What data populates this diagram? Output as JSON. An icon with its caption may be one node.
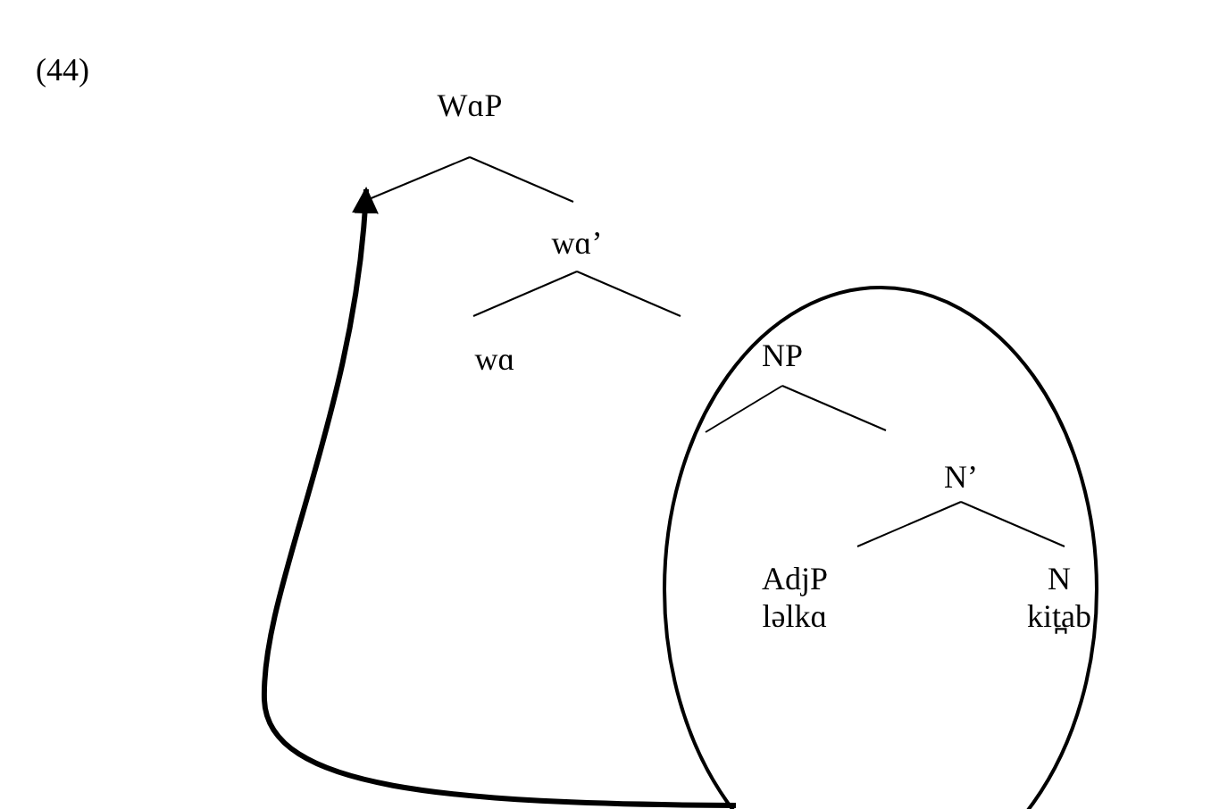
{
  "diagram": {
    "nodes": [
      {
        "text": [
          "WɑP"
        ]
      },
      {
        "text": [
          "wɑ’"
        ]
      },
      {
        "text": [
          "wɑ"
        ]
      },
      {
        "text": [],
        "shape": "circle"
      },
      {
        "text": [
          "NP"
        ],
        "in": 3
      },
      {
        "text": [
          "N’"
        ],
        "in": 3
      },
      {
        "text": [
          "AdjP",
          "ləlkɑ"
        ],
        "in": 3
      },
      {
        "text": [
          "N",
          "kit̪ab"
        ],
        "in": 3
      }
    ],
    "edges": [
      {
        "from": 0,
        "to": null,
        "arrow": "none"
      },
      {
        "from": 0,
        "to": 1,
        "arrow": "none"
      },
      {
        "from": 1,
        "to": 2,
        "arrow": "none"
      },
      {
        "from": 1,
        "to": 4,
        "arrow": "none"
      },
      {
        "from": 4,
        "to": null,
        "arrow": "none"
      },
      {
        "from": 4,
        "to": 5,
        "arrow": "none"
      },
      {
        "from": 5,
        "to": 6,
        "arrow": "none"
      },
      {
        "from": 5,
        "to": 7,
        "arrow": "none"
      },
      {
        "from": 3,
        "to": null,
        "arrow": "to",
        "style": "thick"
      }
    ],
    "labels": [
      "(44)"
    ]
  }
}
